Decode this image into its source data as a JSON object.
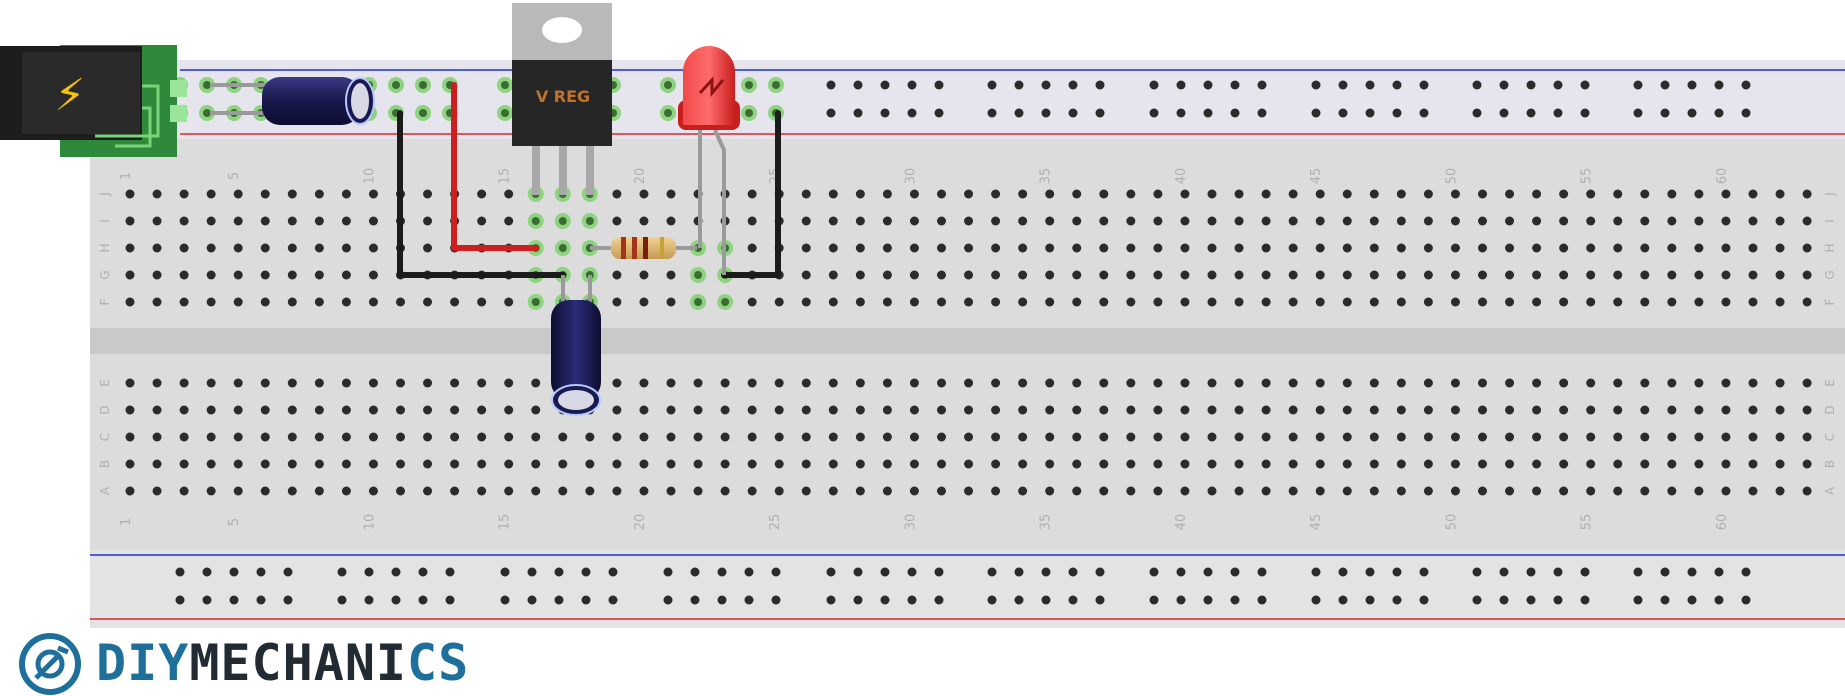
{
  "breadboard": {
    "columns": 63,
    "rows_top": [
      "J",
      "I",
      "H",
      "G",
      "F"
    ],
    "rows_bottom": [
      "E",
      "D",
      "C",
      "B",
      "A"
    ],
    "column_numbers": [
      "1",
      "5",
      "10",
      "15",
      "20",
      "25",
      "30",
      "35",
      "40",
      "45",
      "50",
      "55",
      "60"
    ],
    "rail_colors": {
      "positive": "#d9262c",
      "negative": "#1f2fd6"
    }
  },
  "components": {
    "regulator_label": "V REG",
    "power_jack_symbol": "⚡"
  },
  "colors": {
    "board": "#dcdcdc",
    "hole": "#2b2b2b",
    "active_hole": "#8ed37f",
    "wire_red": "#cc1f1f",
    "wire_black": "#1b1b1b",
    "capacitor": "#1c1c55",
    "led": "#e42b2b",
    "jack_pcb": "#2e8a3a"
  },
  "brand": {
    "part1": "DIY",
    "part2": "MECHANI",
    "part3": "CS"
  }
}
